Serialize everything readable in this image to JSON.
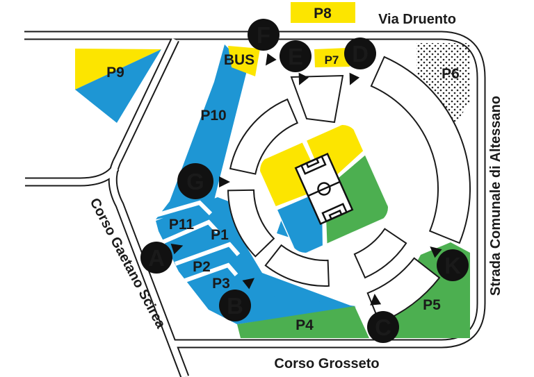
{
  "colors": {
    "parking_blue": "#1E96D4",
    "parking_green": "#4CAF50",
    "parking_yellow": "#FCE500",
    "gate_black": "#111111",
    "road_line": "#1A1A1A",
    "dot_fill": "#222222",
    "white": "#FFFFFF"
  },
  "streets": {
    "top": "Via Druento",
    "right": "Strada Comunale di Altessano",
    "left": "Corso Gaetano Scirea",
    "bottom": "Corso Grosseto"
  },
  "gates": {
    "f": {
      "letter": "F",
      "letter_color": "#FCE500"
    },
    "e": {
      "letter": "E",
      "letter_color": "#FCE500"
    },
    "d": {
      "letter": "D",
      "letter_color": "#FCE500"
    },
    "g": {
      "letter": "G",
      "letter_color": "#2B9FD8"
    },
    "a": {
      "letter": "A",
      "letter_color": "#2B9FD8"
    },
    "b": {
      "letter": "B",
      "letter_color": "#2B9FD8"
    },
    "c": {
      "letter": "C",
      "letter_color": "#4CAF50"
    },
    "k": {
      "letter": "K",
      "letter_color": "#4CAF50"
    }
  },
  "parking": {
    "p1": {
      "label": "P1",
      "color": "#1E96D4"
    },
    "p2": {
      "label": "P2",
      "color": "#1E96D4"
    },
    "p3": {
      "label": "P3",
      "color": "#1E96D4"
    },
    "p4": {
      "label": "P4",
      "color": "#4CAF50"
    },
    "p5": {
      "label": "P5",
      "color": "#4CAF50"
    },
    "p6": {
      "label": "P6",
      "color": "dotted"
    },
    "p7": {
      "label": "P7",
      "color": "#FCE500"
    },
    "p8": {
      "label": "P8",
      "color": "#FCE500"
    },
    "p9": {
      "label": "P9",
      "color": "#FCE500 / #1E96D4"
    },
    "p10": {
      "label": "P10",
      "color": "#1E96D4"
    },
    "p11": {
      "label": "P11",
      "color": "#1E96D4"
    },
    "bus": {
      "label": "BUS",
      "color": "#FCE500"
    }
  },
  "stadium": {
    "section_north_color": "#FCE500",
    "section_east_color": "#FCE500",
    "section_south_color": "#4CAF50",
    "section_west_color": "#1E96D4"
  }
}
